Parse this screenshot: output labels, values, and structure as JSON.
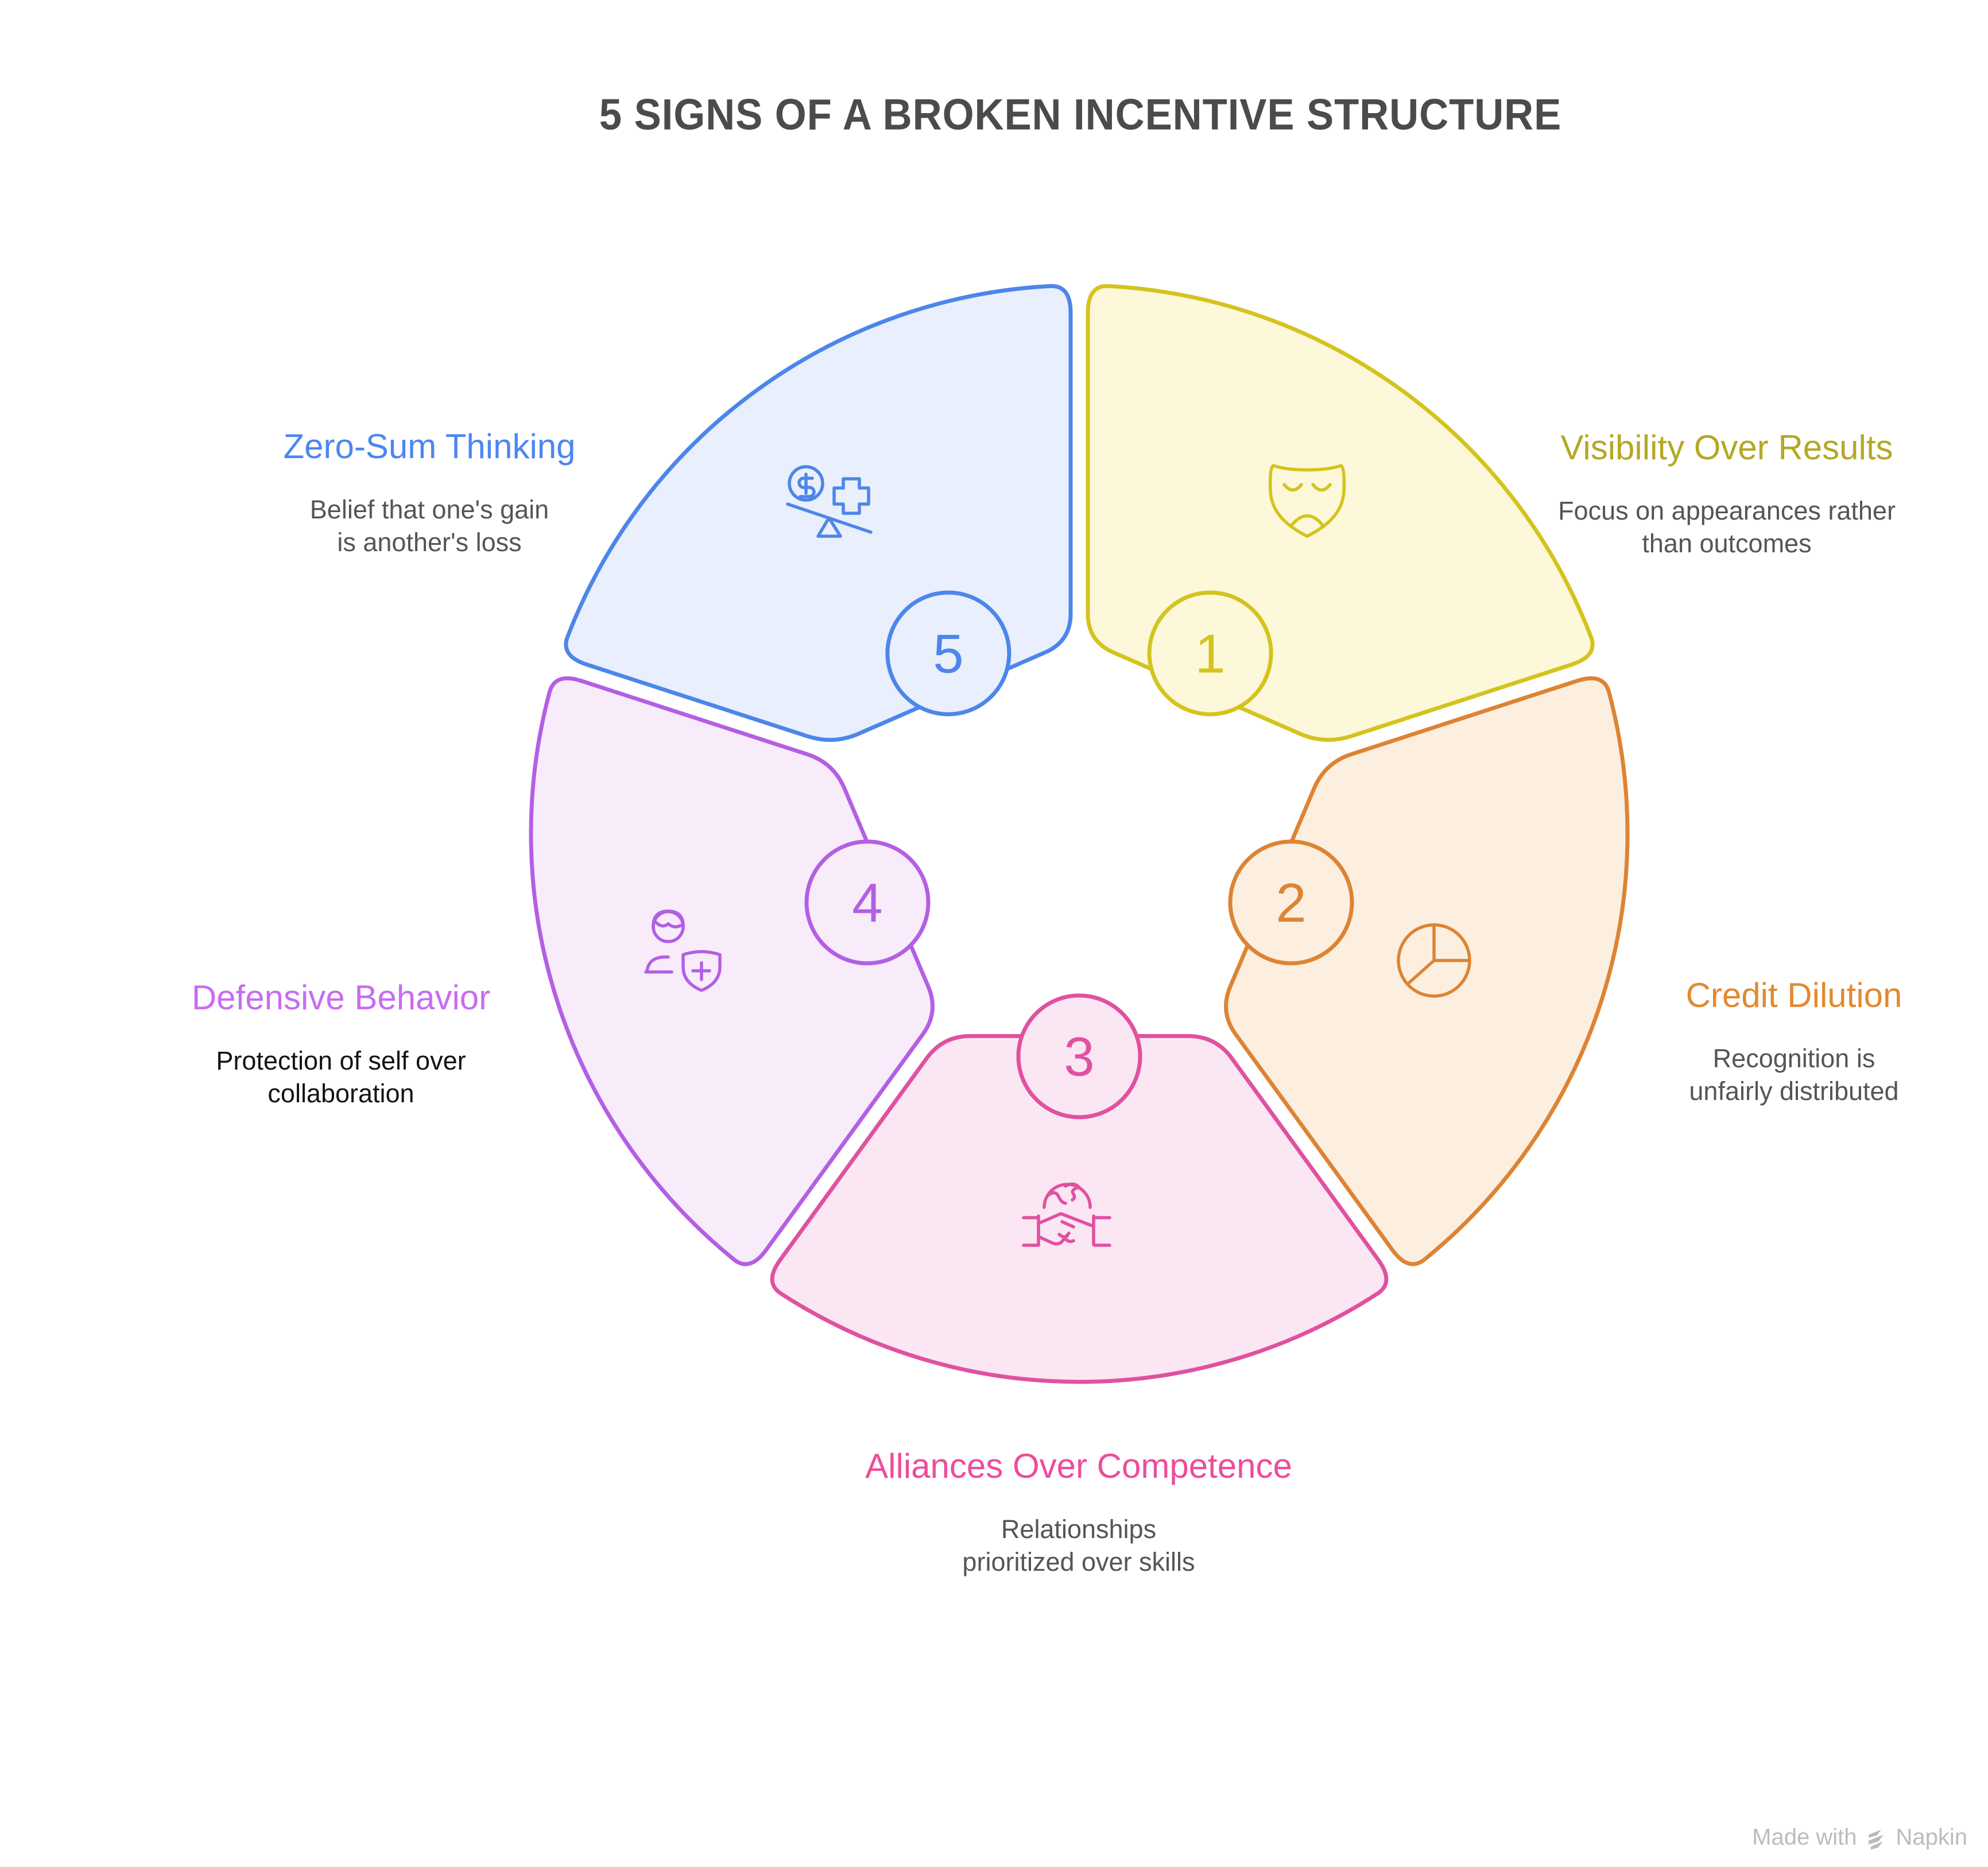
{
  "title": "5 SIGNS OF A BROKEN INCENTIVE STRUCTURE",
  "diagram_type": "5-segment cycle / wheel infographic",
  "segments": [
    {
      "number": "1",
      "name": "Visibility Over Results",
      "desc_line1": "Focus on appearances rather",
      "desc_line2": "than outcomes",
      "wedge_fill": "#fcf8d9",
      "wedge_stroke": "#d5c31e",
      "label_color": "#b5a825",
      "desc_color": "#555555",
      "icon": "theater-mask-icon"
    },
    {
      "number": "2",
      "name": "Credit Dilution",
      "desc_line1": "Recognition is",
      "desc_line2": "unfairly distributed",
      "wedge_fill": "#fcefe0",
      "wedge_stroke": "#dd8434",
      "label_color": "#e2892f",
      "desc_color": "#555555",
      "icon": "pie-chart-icon"
    },
    {
      "number": "3",
      "name": "Alliances Over Competence",
      "desc_line1": "Relationships",
      "desc_line2": "prioritized over skills",
      "wedge_fill": "#fbe6f3",
      "wedge_stroke": "#e0519f",
      "label_color": "#ee4c9b",
      "desc_color": "#555555",
      "icon": "handshake-icon"
    },
    {
      "number": "4",
      "name": "Defensive Behavior",
      "desc_line1": "Protection of self over",
      "desc_line2": "collaboration",
      "wedge_fill": "#f8ecfb",
      "wedge_stroke": "#b35fe3",
      "label_color": "#c86cf2",
      "desc_color": "#141414",
      "icon": "person-shield-icon"
    },
    {
      "number": "5",
      "name": "Zero-Sum Thinking",
      "desc_line1": "Belief that one's gain",
      "desc_line2": "is another's loss",
      "wedge_fill": "#e9effc",
      "wedge_stroke": "#4d86ea",
      "label_color": "#4c86f1",
      "desc_color": "#555555",
      "icon": "money-balance-icon"
    }
  ],
  "watermark": {
    "text_prefix": "Made with",
    "brand": "Napkin",
    "color": "#bcbcbc"
  }
}
